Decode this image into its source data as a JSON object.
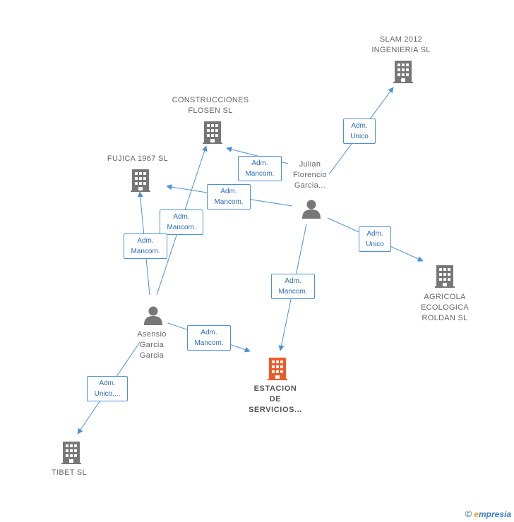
{
  "nodes": {
    "slam": {
      "label_lines": [
        "SLAM 2012",
        "INGENIERIA SL"
      ],
      "icon": "building-icon"
    },
    "construcciones": {
      "label_lines": [
        "CONSTRUCCIONES",
        "FLOSEN SL"
      ],
      "icon": "building-icon"
    },
    "fujica": {
      "label_lines": [
        "FUJICA 1967 SL"
      ],
      "icon": "building-icon"
    },
    "julian": {
      "label_lines": [
        "Julian",
        "Florencio",
        "Garcia..."
      ],
      "icon": "person-icon"
    },
    "agricola": {
      "label_lines": [
        "AGRICOLA",
        "ECOLOGICA",
        "ROLDAN SL"
      ],
      "icon": "building-icon"
    },
    "asensio": {
      "label_lines": [
        "Asensio",
        "Garcia",
        "Garcia"
      ],
      "icon": "person-icon"
    },
    "estacion": {
      "label_lines": [
        "ESTACION",
        "DE",
        "SERVICIOS..."
      ],
      "icon": "building-icon"
    },
    "tibet": {
      "label_lines": [
        "TIBET SL"
      ],
      "icon": "building-icon"
    }
  },
  "edges": [
    {
      "id": "julian-slam",
      "lines": [
        "Adm.",
        "Unico"
      ]
    },
    {
      "id": "julian-construcciones",
      "lines": [
        "Adm.",
        "Mancom."
      ]
    },
    {
      "id": "julian-fujica",
      "lines": [
        "Adm.",
        "Mancom."
      ]
    },
    {
      "id": "julian-agricola",
      "lines": [
        "Adm.",
        "Unico"
      ]
    },
    {
      "id": "julian-estacion",
      "lines": [
        "Adm.",
        "Mancom."
      ]
    },
    {
      "id": "asensio-construcciones",
      "lines": [
        "Adm.",
        "Mancom."
      ]
    },
    {
      "id": "asensio-fujica",
      "lines": [
        "Adm.",
        "Mancom."
      ]
    },
    {
      "id": "asensio-estacion",
      "lines": [
        "Adm.",
        "Mancom."
      ]
    },
    {
      "id": "asensio-tibet",
      "lines": [
        "Adm.",
        "Unico,..."
      ]
    }
  ],
  "colors": {
    "edge": "#4a90d9",
    "building": "#777777",
    "main_building": "#f05a28",
    "person": "#777777"
  },
  "footer": {
    "copyright": "©",
    "brand_e": "e",
    "brand_rest": "mpresia"
  }
}
